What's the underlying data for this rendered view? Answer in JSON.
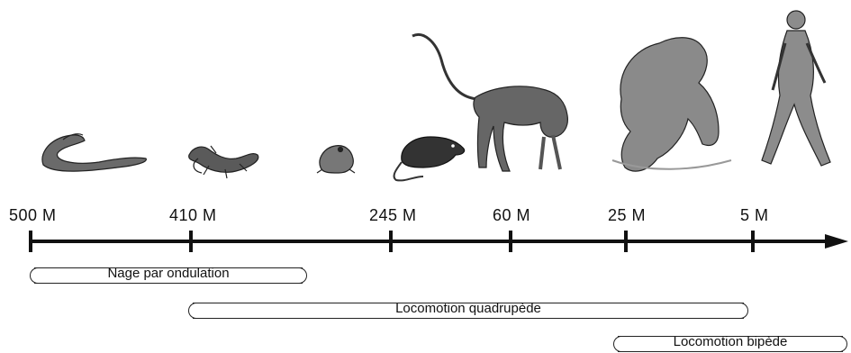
{
  "timeline": {
    "ticks": [
      {
        "label": "500 M"
      },
      {
        "label": "410 M"
      },
      {
        "label": "245 M"
      },
      {
        "label": "60 M"
      },
      {
        "label": "25 M"
      },
      {
        "label": "5 M"
      }
    ],
    "bands": [
      {
        "label": "Nage par ondulation"
      },
      {
        "label": "Locomotion quadrupède"
      },
      {
        "label": "Locomotion bipède"
      }
    ]
  },
  "animals": [
    "eel-icon",
    "lizard-icon",
    "frog-icon",
    "rat-icon",
    "monkey-icon",
    "gorilla-icon",
    "human-icon"
  ]
}
